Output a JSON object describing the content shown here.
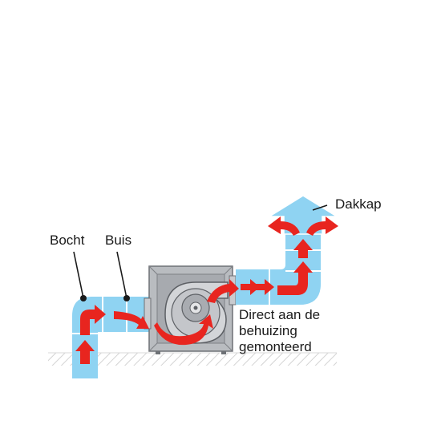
{
  "labels": {
    "bocht": "Bocht",
    "buis": "Buis",
    "dakkap": "Dakkap",
    "direct_line1": "Direct aan de",
    "direct_line2": "behuizing",
    "direct_line3": "gemonteerd"
  },
  "colors": {
    "duct": "#8fd3f2",
    "duct_edge": "#ffffff",
    "arrow": "#e8251f",
    "housing": "#b9bcc0",
    "housing_dark": "#6e7176",
    "ground": "#cfcfcf",
    "background": "#ffffff"
  }
}
